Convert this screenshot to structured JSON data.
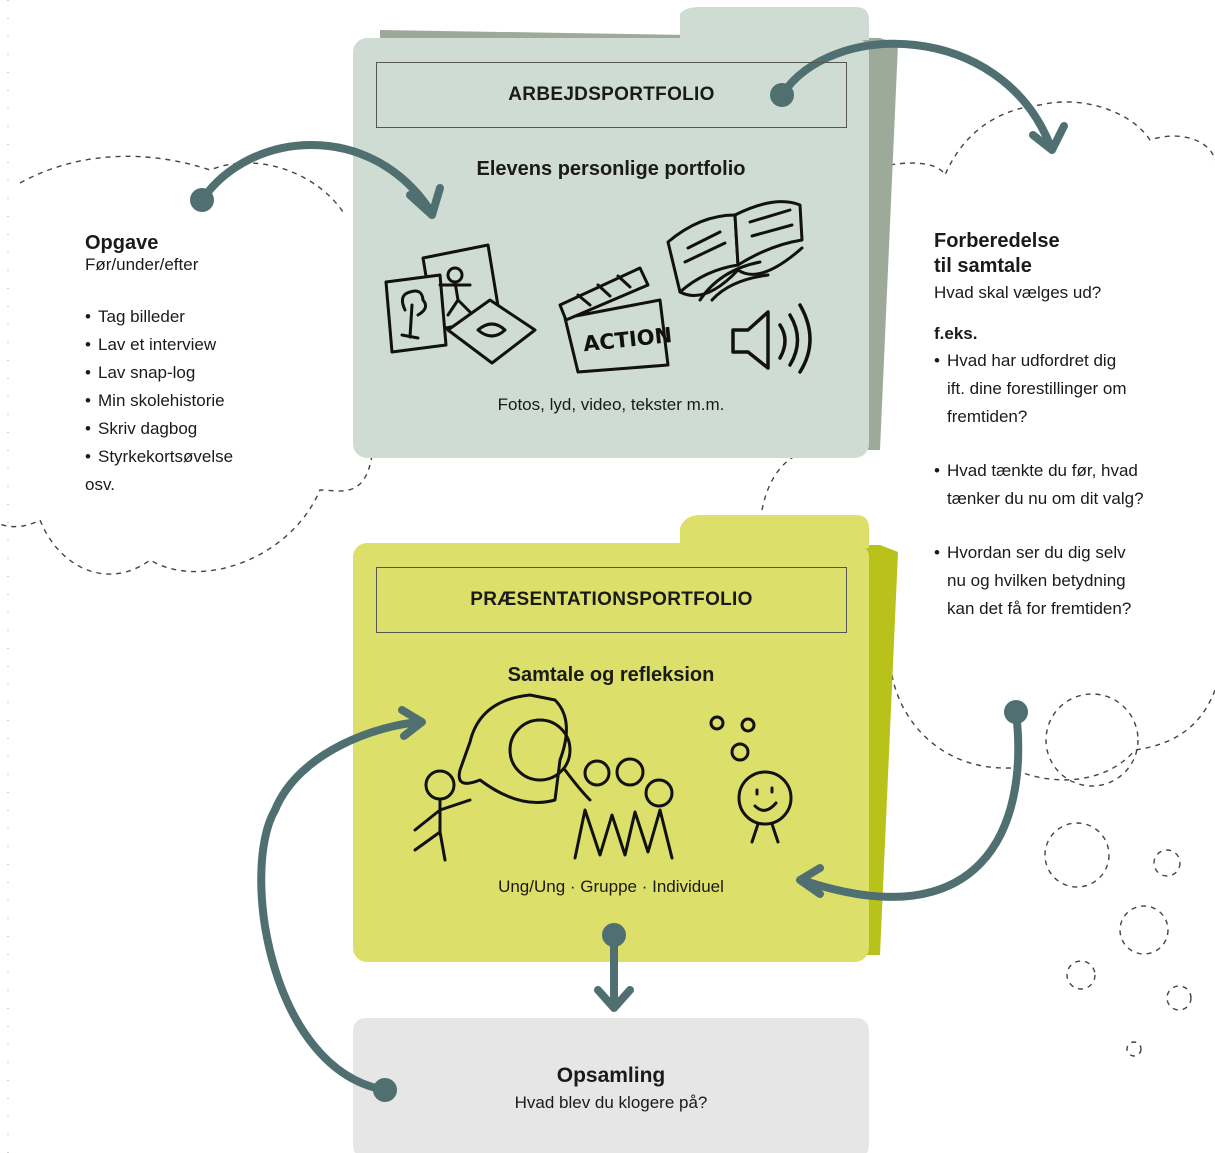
{
  "colors": {
    "arbejd_folder": "#cfdcd3",
    "arbejd_back": "#9eaa99",
    "praes_folder": "#dcdf6a",
    "praes_back": "#b9c21a",
    "opsamling_box": "#e6e6e6",
    "arrow": "#4f6f70"
  },
  "left": {
    "title": "Opgave",
    "subtitle": "Før/under/efter",
    "items": [
      "Tag billeder",
      "Lav et interview",
      "Lav snap-log",
      "Min skolehistorie",
      "Skriv dagbog",
      "Styrkekortsøvelse"
    ],
    "tail": "osv."
  },
  "arbejd": {
    "title": "ARBEJDSPORTFOLIO",
    "heading": "Elevens personlige portfolio",
    "caption": "Fotos, lyd, video, tekster m.m.",
    "clapper_text": "ACTION"
  },
  "praes": {
    "title": "PRÆSENTATIONSPORTFOLIO",
    "heading": "Samtale og refleksion",
    "caption": "Ung/Ung · Gruppe · Individuel"
  },
  "right": {
    "title_line1": "Forberedelse",
    "title_line2": "til samtale",
    "subtitle": "Hvad skal vælges ud?",
    "example_label": "f.eks.",
    "q1": [
      "Hvad har udfordret dig",
      "ift. dine forestillinger om",
      "fremtiden?"
    ],
    "q2": [
      "Hvad tænkte du før, hvad",
      "tænker du nu om dit valg?"
    ],
    "q3": [
      "Hvordan ser du dig selv",
      "nu og hvilken betydning",
      "kan det få for fremtiden?"
    ]
  },
  "opsamling": {
    "title": "Opsamling",
    "subtitle": "Hvad blev du klogere på?"
  }
}
